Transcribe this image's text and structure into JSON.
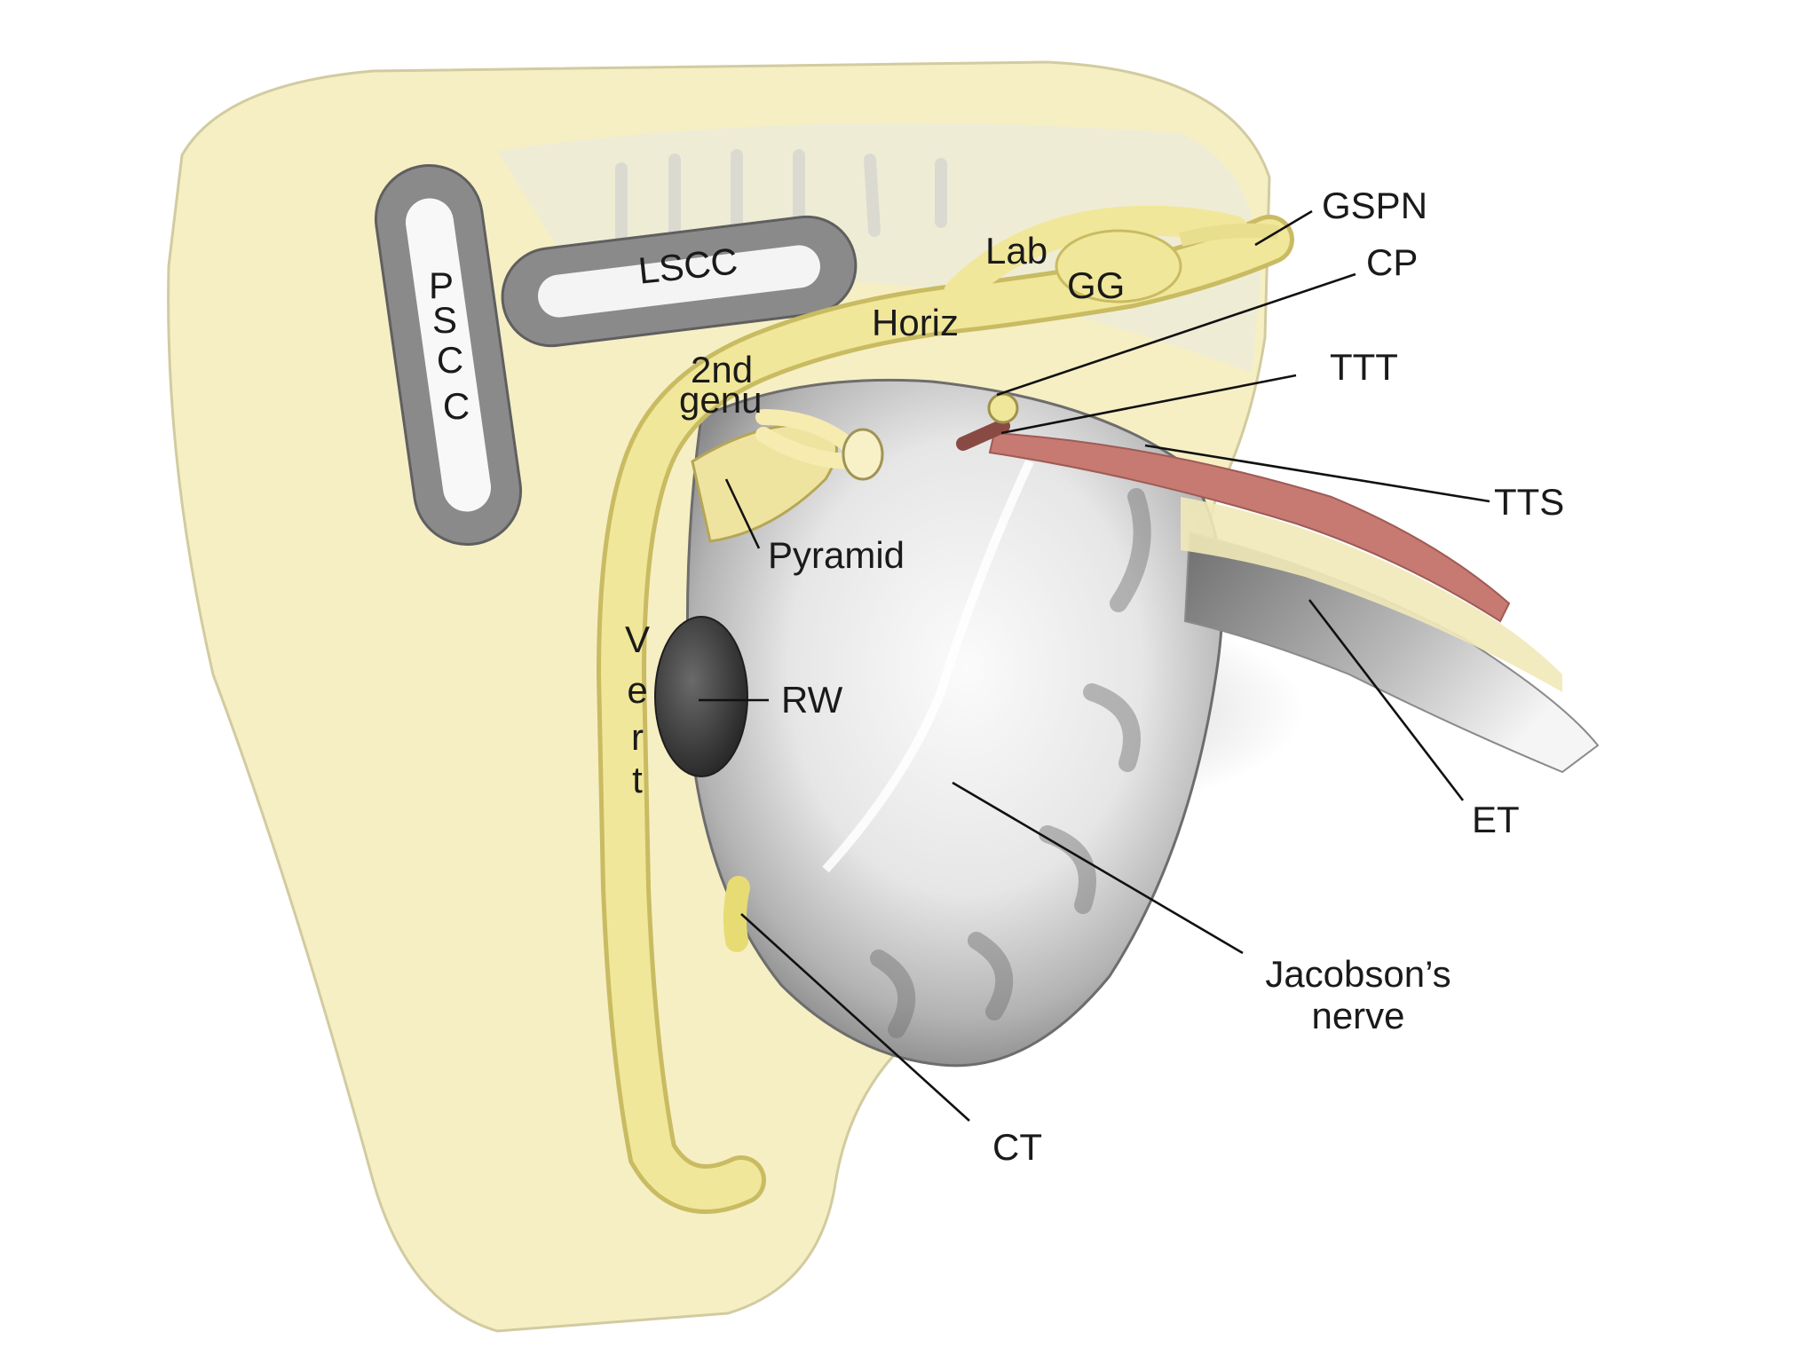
{
  "labels": {
    "pscc_letters": [
      "P",
      "S",
      "C",
      "C"
    ],
    "lscc": "LSCC",
    "lab": "Lab",
    "gg": "GG",
    "horiz": "Horiz",
    "second_genu_line1": "2nd",
    "second_genu_line2": "genu",
    "pyramid": "Pyramid",
    "vert_letters": [
      "V",
      "e",
      "r",
      "t"
    ],
    "rw": "RW",
    "gspn": "GSPN",
    "cp": "CP",
    "ttt": "TTT",
    "tts": "TTS",
    "et": "ET",
    "jacobson_line1": "Jacobson’s",
    "jacobson_line2": "nerve",
    "ct": "CT"
  },
  "colors": {
    "bone": "#f6efc4",
    "bone_edge": "#d9d2a8",
    "nerve": "#f1e79a",
    "nerve_edge": "#c9bb62",
    "cavity_light": "#f3f3f3",
    "cavity_dark": "#8f8f8f",
    "canal": "#8a8a8a",
    "tendon": "#c77a72",
    "round_window": "#3a3a3a",
    "leader": "#111111"
  }
}
